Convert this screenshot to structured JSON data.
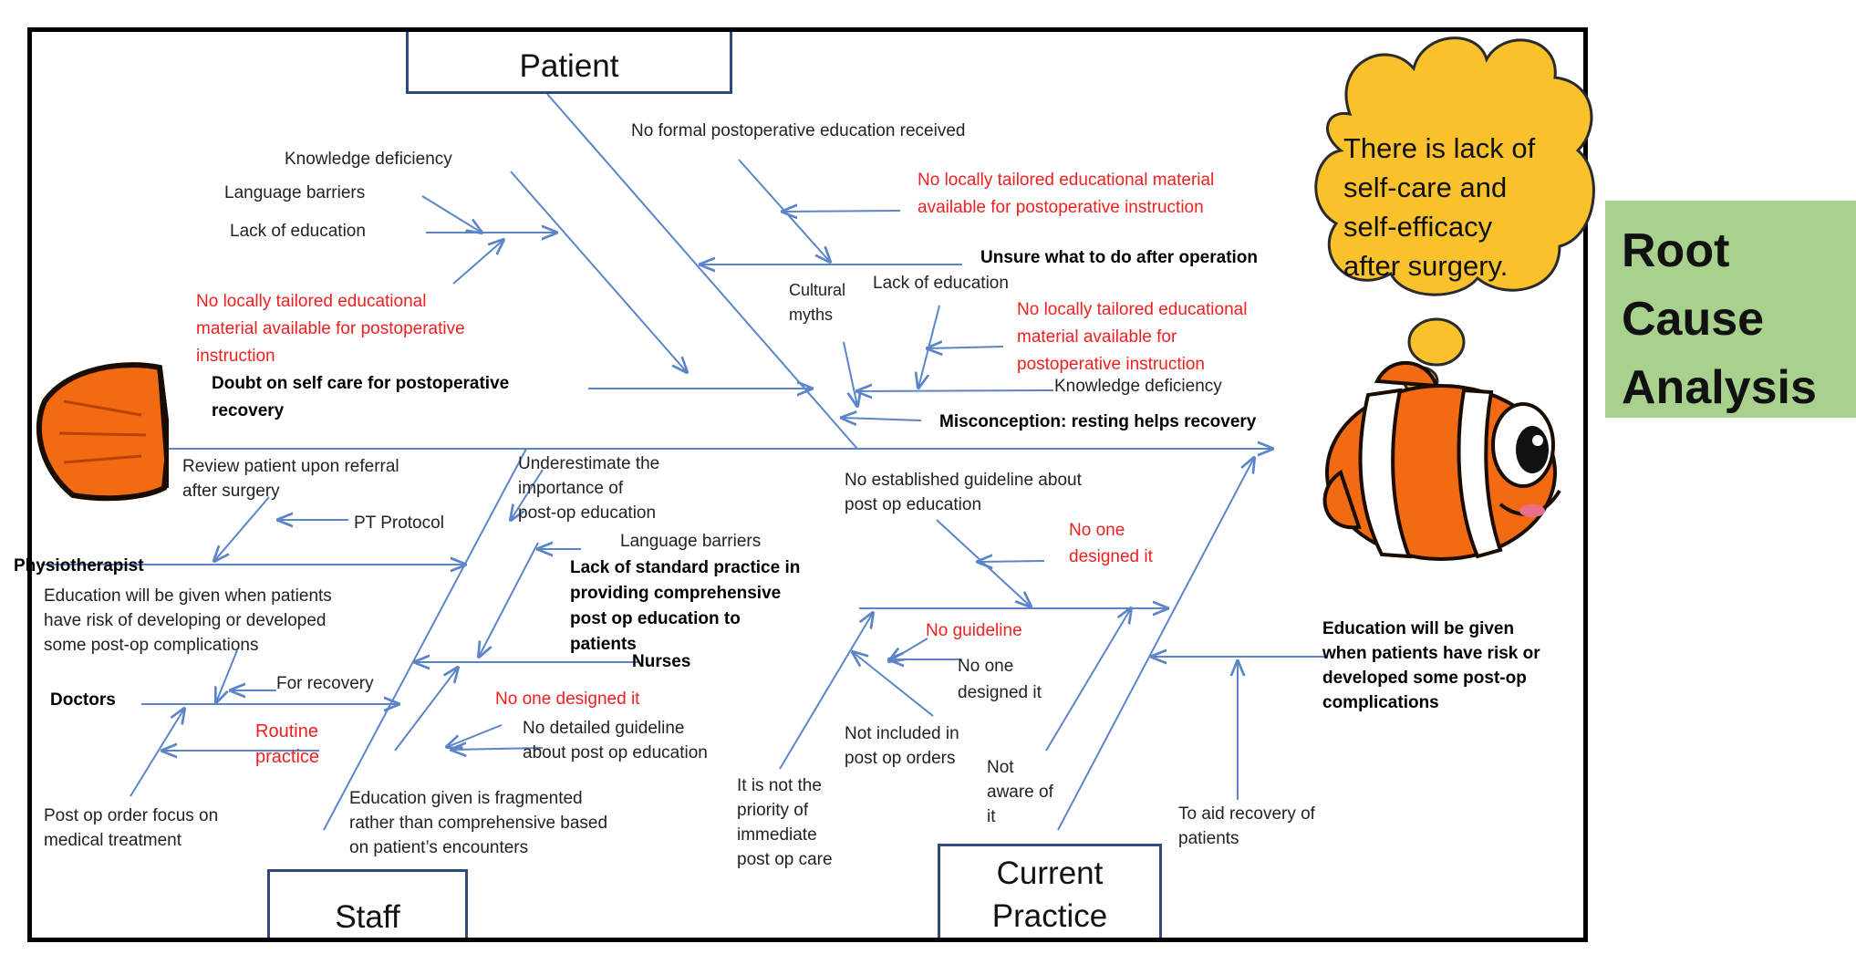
{
  "boxes": {
    "patient": "Patient",
    "staff": "Staff",
    "current_practice": "Current\nPractice"
  },
  "problem_cloud": "There is lack of\nself-care and\nself-efficacy\nafter surgery.",
  "side_label": "Root\nCause\nAnalysis",
  "patient_causes": {
    "knowledge_deficiency": "Knowledge deficiency",
    "language_barriers": "Language barriers",
    "lack_of_education": "Lack of education",
    "no_material_1": "No locally tailored educational\nmaterial available for postoperative\ninstruction",
    "doubt_self_care": "Doubt on self care for postoperative\nrecovery",
    "no_formal_education": "No formal postoperative education received",
    "no_material_2": "No locally tailored educational material\navailable for postoperative instruction",
    "unsure": "Unsure what to do after operation",
    "cultural_myths": "Cultural\nmyths",
    "lack_of_education_2": "Lack of education",
    "no_material_3": "No locally tailored educational\nmaterial available for\npostoperative instruction",
    "knowledge_deficiency_2": "Knowledge deficiency",
    "misconception": "Misconception: resting helps recovery"
  },
  "staff_causes": {
    "review_patient": "Review patient upon referral\nafter surgery",
    "pt_protocol": "PT Protocol",
    "physiotherapist": "Physiotherapist",
    "education_given_when": "Education will be given when patients\nhave risk of developing or developed\nsome post-op complications",
    "for_recovery": "For recovery",
    "doctors": "Doctors",
    "routine_practice": "Routine\npractice",
    "post_op_order": "Post op order focus on\nmedical treatment",
    "underestimate": "Underestimate the\nimportance of\npost-op education",
    "language_barriers": "Language barriers",
    "lack_standard": "Lack of standard practice in\nproviding comprehensive\npost op  education to\npatients",
    "nurses": "Nurses",
    "no_one_designed": "No one designed it",
    "no_detailed_guideline": "No detailed guideline\nabout post op education",
    "fragmented": "Education given is fragmented\nrather than comprehensive based\non patient’s encounters"
  },
  "practice_causes": {
    "no_established_guideline": "No established guideline about\npost op education",
    "no_one_designed": "No one\ndesigned it",
    "no_guideline": "No guideline",
    "no_one_designed_2": "No one\ndesigned  it",
    "not_included": "Not included in\npost op orders",
    "not_aware": "Not\naware of\nit",
    "not_priority": "It is not the\npriority of\nimmediate\npost op care",
    "education_will_be_given": "Education will be given\nwhen patients have  risk or\ndeveloped  some post-op\ncomplications",
    "to_aid_recovery": "To aid  recovery of\npatients"
  },
  "colors": {
    "arrow": "#5b85c8",
    "red_text": "#ee2020",
    "cloud": "#f9c12b",
    "side_label_bg": "#a9d18e",
    "fish_orange": "#f26a12"
  }
}
